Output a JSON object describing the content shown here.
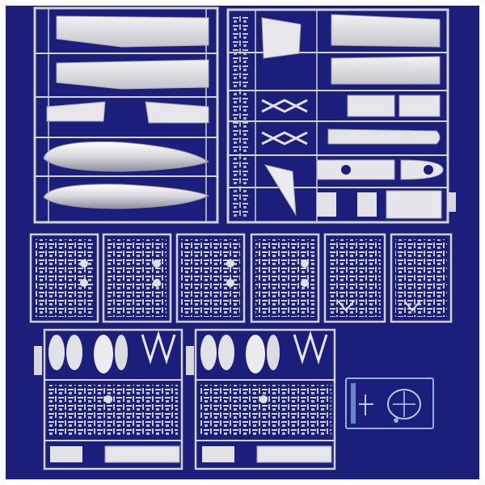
{
  "photo": {
    "subject": "",
    "colors": {
      "background": "#1c1e7c",
      "plastic": "#dcdcdc",
      "plastic_shadow": "#9a9aa6",
      "frame": "#d2d2d2",
      "clear_part": "#8fb0e8",
      "border": "#ffffff"
    },
    "sprues": [
      {
        "id": "sprue-wing-fuselage"
      },
      {
        "id": "sprue-wings-tail"
      },
      {
        "id": "sprue-small-1"
      },
      {
        "id": "sprue-small-2"
      },
      {
        "id": "sprue-small-3"
      },
      {
        "id": "sprue-small-4"
      },
      {
        "id": "sprue-small-5"
      },
      {
        "id": "sprue-small-6"
      },
      {
        "id": "sprue-props-1"
      },
      {
        "id": "sprue-props-2"
      },
      {
        "id": "clear-canopy-sprue"
      }
    ]
  }
}
